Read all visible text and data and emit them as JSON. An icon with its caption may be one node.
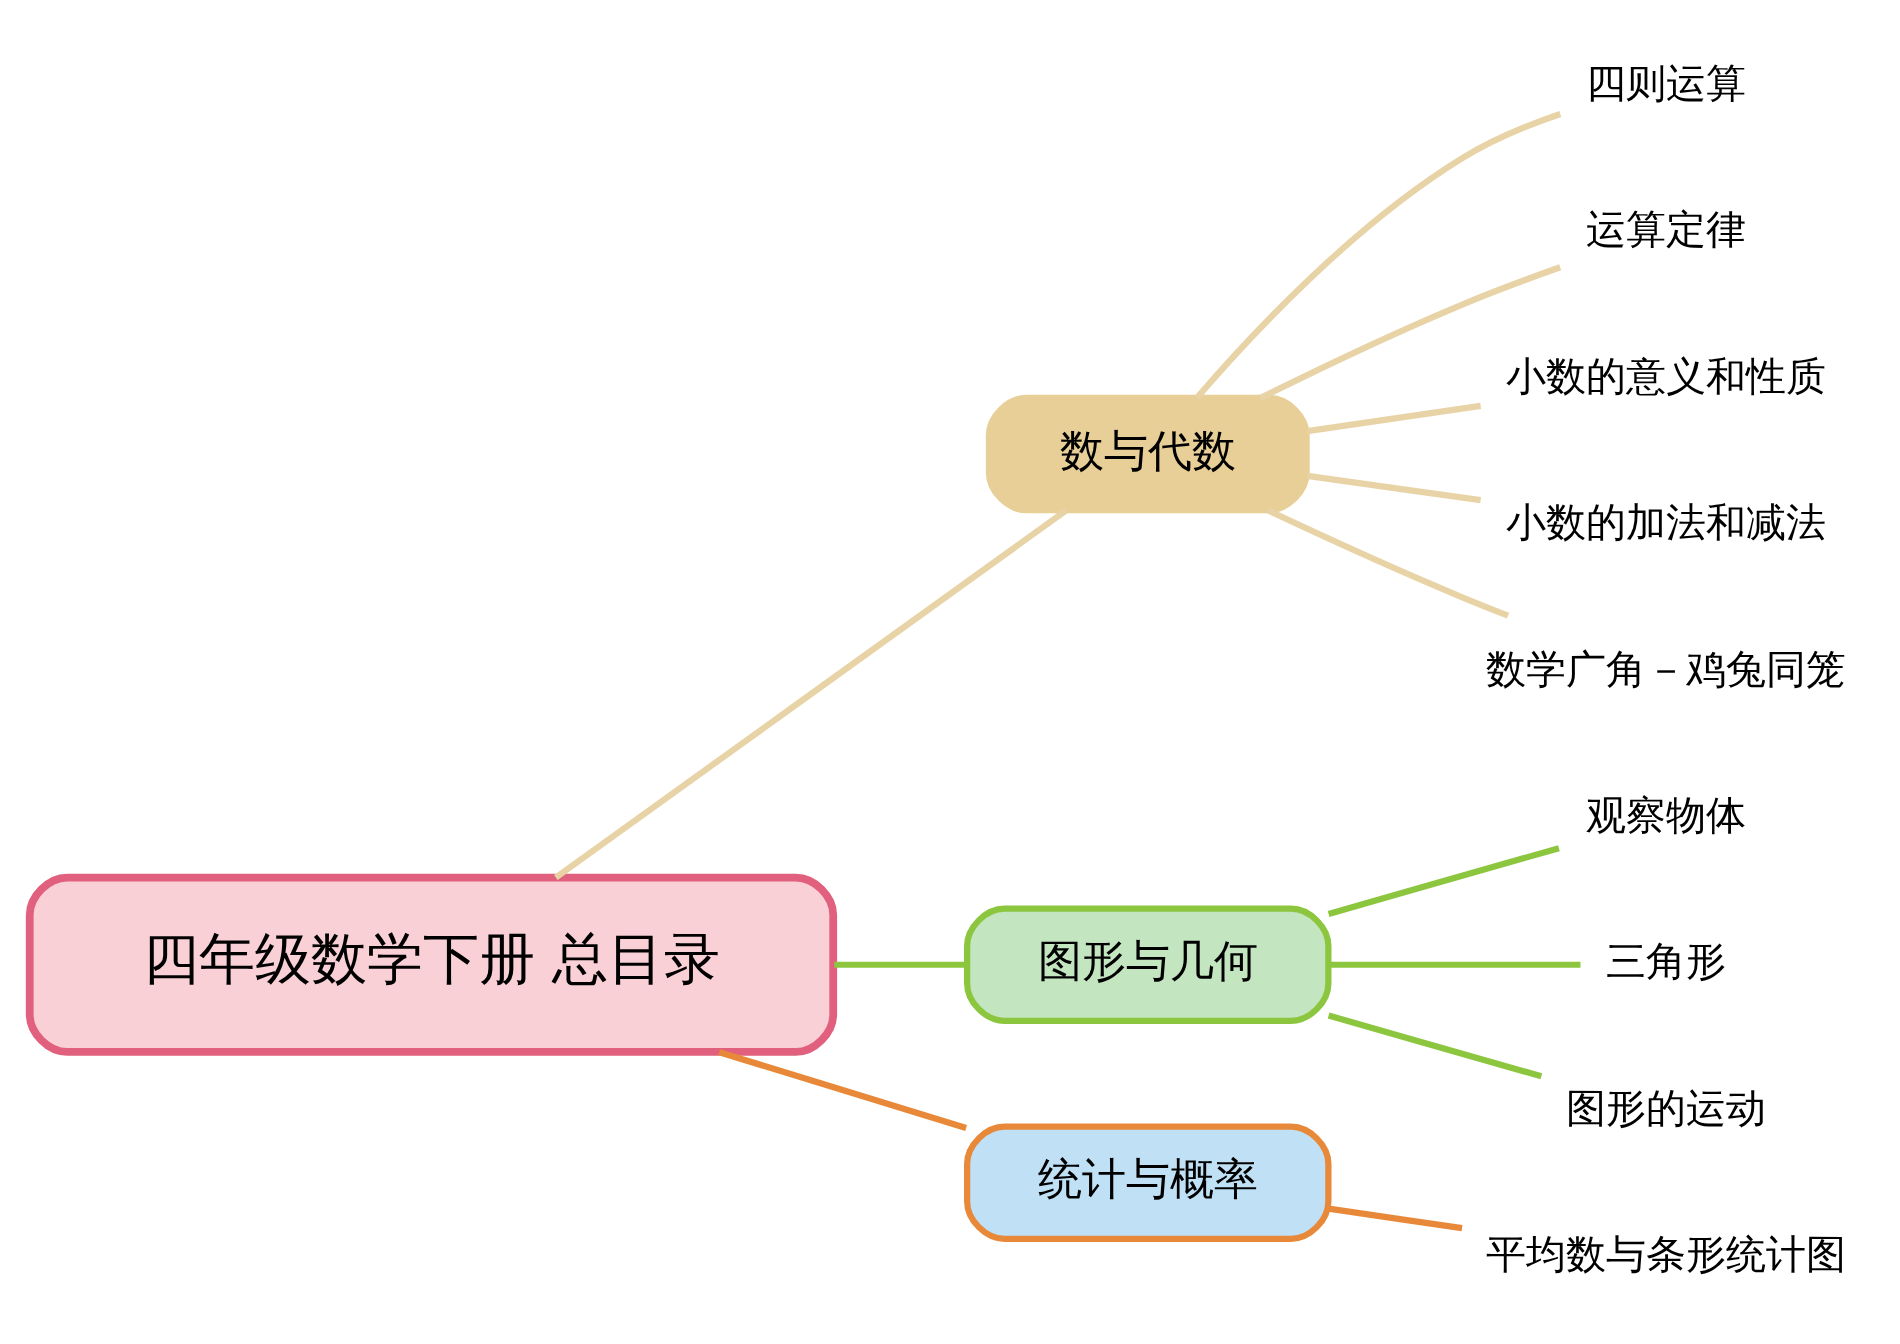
{
  "diagram": {
    "nodes": [
      {
        "text": [
          "四年级数学下册 总目录"
        ]
      },
      {
        "text": [
          "数与代数"
        ]
      },
      {
        "text": [
          "四则运算"
        ]
      },
      {
        "text": [
          "运算定律"
        ]
      },
      {
        "text": [
          "小数的意义和性质"
        ]
      },
      {
        "text": [
          "小数的加法和减法"
        ]
      },
      {
        "text": [
          "数学广角－鸡兔同笼"
        ]
      },
      {
        "text": [
          "图形与几何"
        ]
      },
      {
        "text": [
          "观察物体"
        ]
      },
      {
        "text": [
          "三角形"
        ]
      },
      {
        "text": [
          "图形的运动"
        ]
      },
      {
        "text": [
          "统计与概率"
        ]
      },
      {
        "text": [
          "平均数与条形统计图"
        ]
      }
    ],
    "edges": [
      {
        "from": 0,
        "to": 1,
        "arrow": "none"
      },
      {
        "from": 1,
        "to": 2,
        "arrow": "none"
      },
      {
        "from": 1,
        "to": 3,
        "arrow": "none"
      },
      {
        "from": 1,
        "to": 4,
        "arrow": "none"
      },
      {
        "from": 1,
        "to": 5,
        "arrow": "none"
      },
      {
        "from": 1,
        "to": 6,
        "arrow": "none"
      },
      {
        "from": 0,
        "to": 7,
        "arrow": "none",
        "color": "#8cc63f"
      },
      {
        "from": 7,
        "to": 8,
        "arrow": "none",
        "color": "#8cc63f"
      },
      {
        "from": 7,
        "to": 9,
        "arrow": "none",
        "color": "#8cc63f"
      },
      {
        "from": 7,
        "to": 10,
        "arrow": "none",
        "color": "#8cc63f"
      },
      {
        "from": 0,
        "to": 11,
        "arrow": "none",
        "color": "#e8893a"
      },
      {
        "from": 11,
        "to": 12,
        "arrow": "none",
        "color": "#e8893a"
      }
    ]
  }
}
